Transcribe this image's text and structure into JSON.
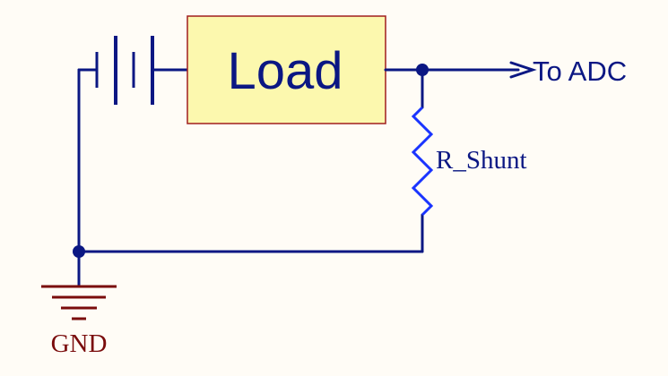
{
  "load": {
    "label": "Load"
  },
  "resistor": {
    "label": "R_Shunt"
  },
  "ground": {
    "label": "GND"
  },
  "output": {
    "label": "To ADC"
  },
  "colors": {
    "wire": "#0b1783",
    "resistor": "#1a34ff",
    "load_fill": "#fcf8ae",
    "load_border": "#a01e1e",
    "ground": "#7a0c0c",
    "background": "#fffcf6"
  }
}
